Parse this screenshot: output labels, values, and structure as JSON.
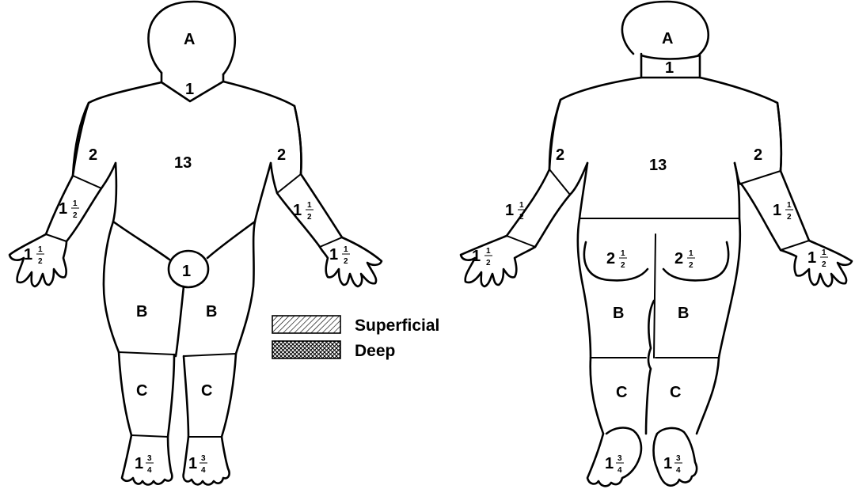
{
  "front": {
    "head": "A",
    "neck": "1",
    "trunk": "13",
    "upper_arm_left": "2",
    "upper_arm_right": "2",
    "forearm_left": {
      "whole": "1",
      "num": "1",
      "den": "2"
    },
    "forearm_right": {
      "whole": "1",
      "num": "1",
      "den": "2"
    },
    "hand_left": {
      "whole": "1",
      "num": "1",
      "den": "2"
    },
    "hand_right": {
      "whole": "1",
      "num": "1",
      "den": "2"
    },
    "genitalia": "1",
    "thigh_left": "B",
    "thigh_right": "B",
    "leg_left": "C",
    "leg_right": "C",
    "foot_left": {
      "whole": "1",
      "num": "3",
      "den": "4"
    },
    "foot_right": {
      "whole": "1",
      "num": "3",
      "den": "4"
    }
  },
  "back": {
    "head": "A",
    "neck": "1",
    "trunk": "13",
    "upper_arm_left": "2",
    "upper_arm_right": "2",
    "forearm_left": {
      "whole": "1",
      "num": "1",
      "den": "2"
    },
    "forearm_right": {
      "whole": "1",
      "num": "1",
      "den": "2"
    },
    "hand_left": {
      "whole": "1",
      "num": "1",
      "den": "2"
    },
    "hand_right": {
      "whole": "1",
      "num": "1",
      "den": "2"
    },
    "buttock_left": {
      "whole": "2",
      "num": "1",
      "den": "2"
    },
    "buttock_right": {
      "whole": "2",
      "num": "1",
      "den": "2"
    },
    "thigh_left": "B",
    "thigh_right": "B",
    "leg_left": "C",
    "leg_right": "C",
    "foot_left": {
      "whole": "1",
      "num": "3",
      "den": "4"
    },
    "foot_right": {
      "whole": "1",
      "num": "3",
      "den": "4"
    }
  },
  "legend": {
    "superficial": "Superficial",
    "deep": "Deep"
  }
}
